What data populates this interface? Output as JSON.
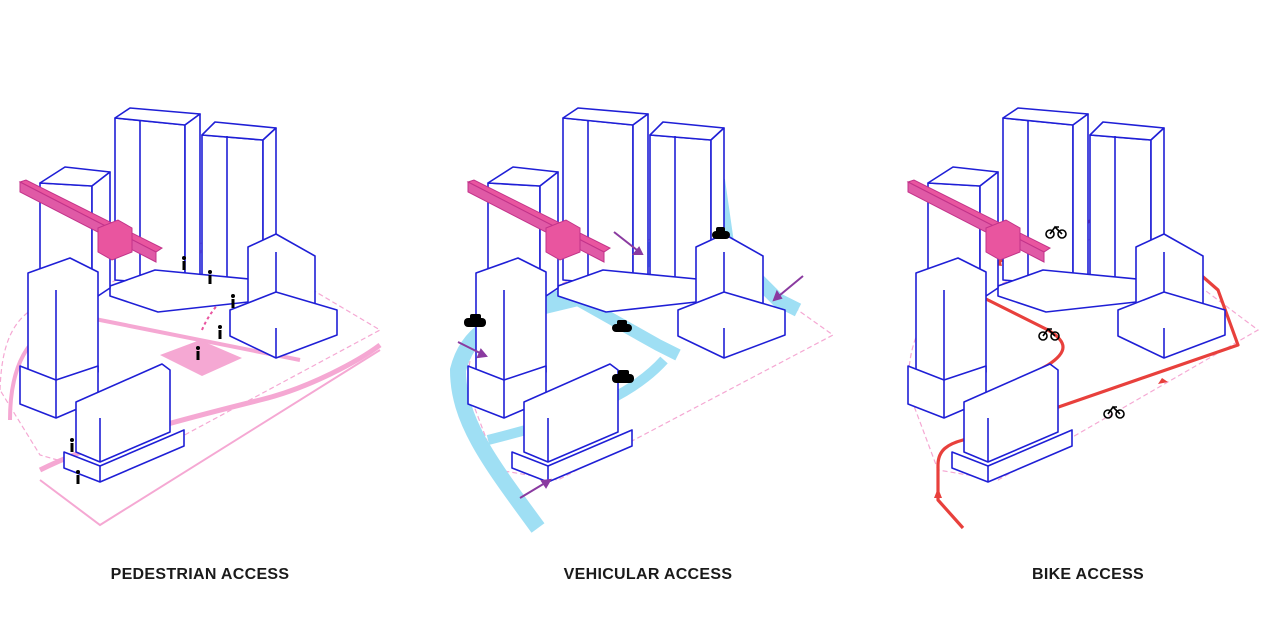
{
  "colors": {
    "building_line": "#1f1fd6",
    "bridge": "#e9559f",
    "pedestrian": "#f5a8d3",
    "vehicular": "#9fdff4",
    "bike": "#e8403c",
    "arrow": "#8a3aa0",
    "caption": "#1a1a1a"
  },
  "panels": [
    {
      "key": "pedestrian",
      "caption": "PEDESTRIAN ACCESS",
      "icon": "pedestrian-icon"
    },
    {
      "key": "vehicular",
      "caption": "VEHICULAR ACCESS",
      "icon": "car-icon"
    },
    {
      "key": "bike",
      "caption": "BIKE ACCESS",
      "icon": "bicycle-icon"
    }
  ]
}
